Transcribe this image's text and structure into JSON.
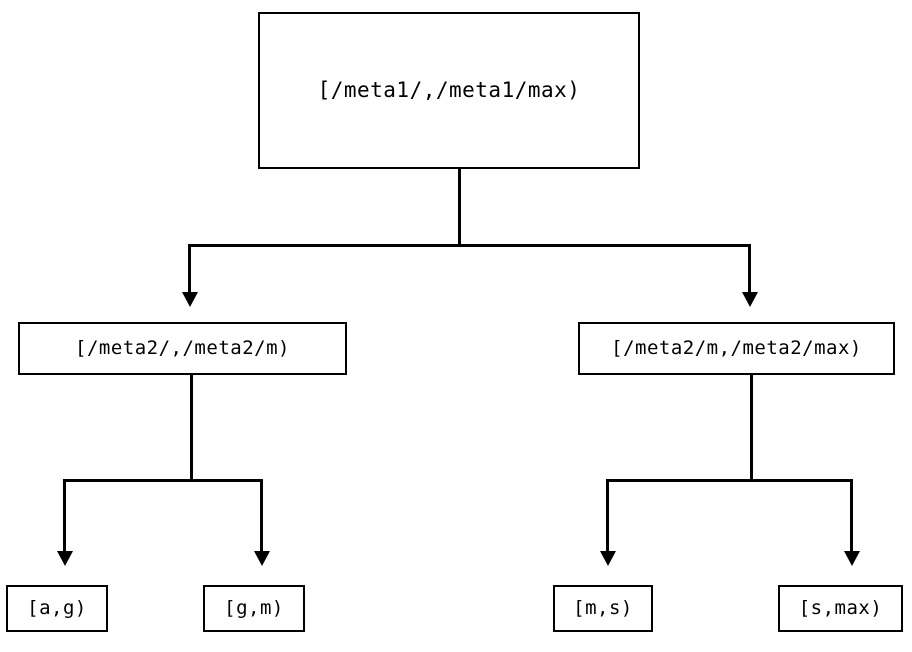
{
  "diagram": {
    "type": "binary-tree",
    "orientation": "top-down",
    "background_color": "#ffffff",
    "stroke_color": "#000000",
    "nodes": {
      "root": {
        "label": "[/meta1/,/meta1/max)",
        "level": 0
      },
      "mid_left": {
        "label": "[/meta2/,/meta2/m)",
        "level": 1
      },
      "mid_right": {
        "label": "[/meta2/m,/meta2/max)",
        "level": 1
      },
      "leaf_ag": {
        "label": "[a,g)",
        "level": 2
      },
      "leaf_gm": {
        "label": "[g,m)",
        "level": 2
      },
      "leaf_ms": {
        "label": "[m,s)",
        "level": 2
      },
      "leaf_smax": {
        "label": "[s,max)",
        "level": 2
      }
    },
    "edges": [
      {
        "from": "root",
        "to": "mid_left",
        "arrow": "down-triangle"
      },
      {
        "from": "root",
        "to": "mid_right",
        "arrow": "down-triangle"
      },
      {
        "from": "mid_left",
        "to": "leaf_ag",
        "arrow": "down-triangle"
      },
      {
        "from": "mid_left",
        "to": "leaf_gm",
        "arrow": "down-triangle"
      },
      {
        "from": "mid_right",
        "to": "leaf_ms",
        "arrow": "down-triangle"
      },
      {
        "from": "mid_right",
        "to": "leaf_smax",
        "arrow": "down-triangle"
      }
    ]
  }
}
